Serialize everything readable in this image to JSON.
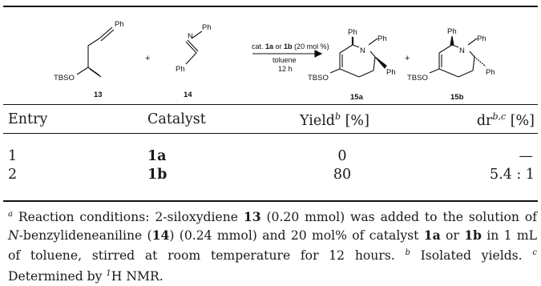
{
  "scheme": {
    "reactant1": {
      "label": "13",
      "substituent": "Ph",
      "group": "TBSO"
    },
    "reactant2": {
      "label": "14",
      "n_sub": "Ph",
      "c_sub": "Ph",
      "atom": "N"
    },
    "plus": "+",
    "conditions": {
      "catalyst": [
        "cat. ",
        "1a",
        " or ",
        "1b",
        " (20 mol %)"
      ],
      "solvent": "toluene",
      "time": "12 h"
    },
    "product_a": {
      "label": "15a",
      "subs": [
        "Ph",
        "Ph",
        "Ph"
      ],
      "group": "TBSO",
      "atom": "N"
    },
    "product_b": {
      "label": "15b",
      "subs": [
        "Ph",
        "Ph",
        "Ph"
      ],
      "group": "TBSO",
      "atom": "N"
    }
  },
  "table": {
    "headers": {
      "entry": "Entry",
      "catalyst": "Catalyst",
      "yield": "Yield",
      "yield_sup": "b",
      "yield_unit": " [%]",
      "dr": "dr",
      "dr_sup": "b,c",
      "dr_unit": " [%]"
    },
    "rows": [
      {
        "entry": "1",
        "catalyst": "1a",
        "yield": "0",
        "dr": "—"
      },
      {
        "entry": "2",
        "catalyst": "1b",
        "yield": "80",
        "dr": "5.4 : 1"
      }
    ]
  },
  "footnotes": {
    "a_mark": "a",
    "a_text_1": " Reaction conditions: 2-siloxydiene ",
    "a_bold_1": "13",
    "a_text_2": " (0.20 mmol) was added to the solution of ",
    "a_italic": "N",
    "a_text_3": "-benzylideneaniline (",
    "a_bold_2": "14",
    "a_text_4": ") (0.24 mmol) and 20 mol% of catalyst ",
    "a_bold_3": "1a",
    "a_text_5": " or ",
    "a_bold_4": "1b",
    "a_text_6": " in 1 mL of toluene, stirred at room temperature for 12 hours.",
    "b_mark": "b",
    "b_text": " Isolated yields.",
    "c_mark": "c",
    "c_text_1": " Determined by ",
    "c_sup": "1",
    "c_text_2": "H NMR."
  }
}
